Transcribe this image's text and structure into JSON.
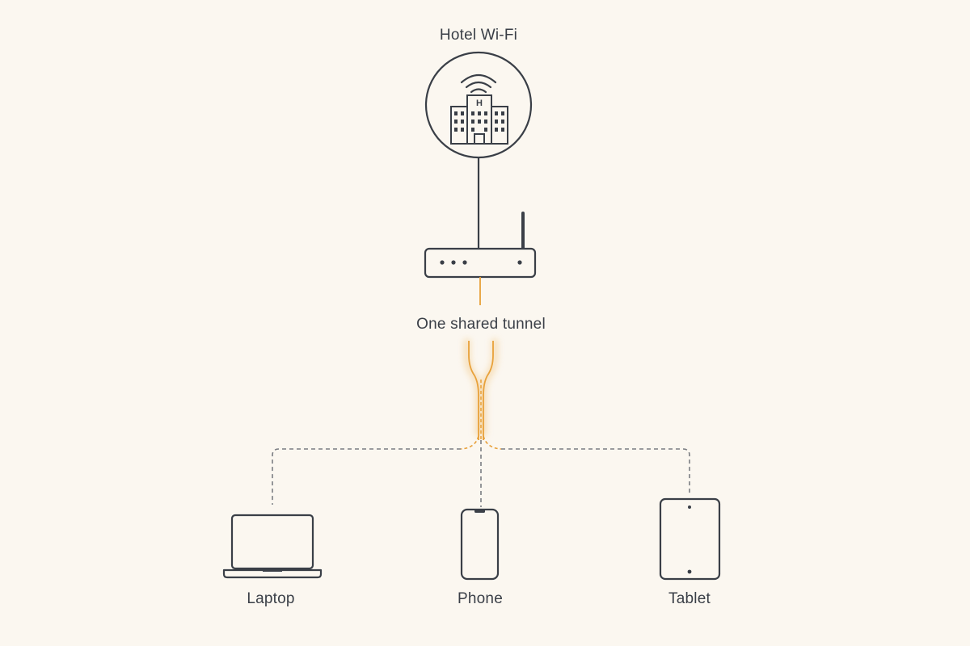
{
  "nodes": {
    "hotel": {
      "label": "Hotel Wi-Fi",
      "icon": "hotel-building-wifi-icon"
    },
    "router": {
      "icon": "router-icon"
    },
    "tunnel": {
      "label": "One shared tunnel"
    },
    "laptop": {
      "label": "Laptop",
      "icon": "laptop-icon"
    },
    "phone": {
      "label": "Phone",
      "icon": "phone-icon"
    },
    "tablet": {
      "label": "Tablet",
      "icon": "tablet-icon"
    }
  },
  "colors": {
    "background": "#fbf7f0",
    "stroke": "#3a3f47",
    "tunnel": "#e8a13a",
    "dashed": "#7a7d82"
  }
}
